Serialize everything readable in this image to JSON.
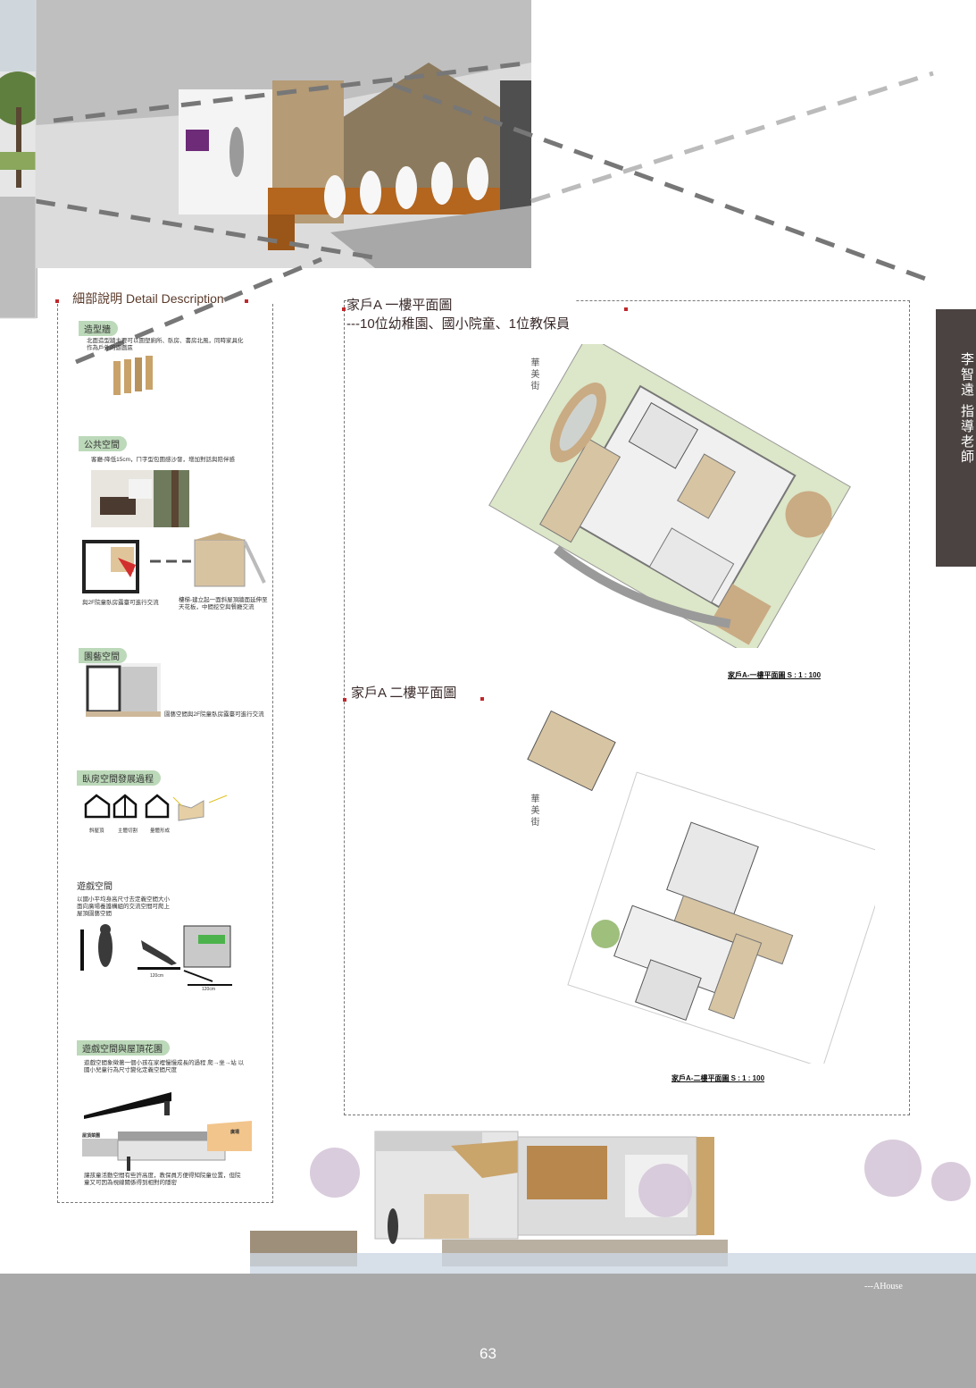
{
  "detail": {
    "title": "細部說明   Detail Description",
    "sections": [
      {
        "tag": "造型牆",
        "text": "北面造型牆主要可以圍塑廁所、臥房、書房北風，同時家具化作為戶外的遊戲區"
      },
      {
        "tag": "公共空間",
        "text": "客廳-降低15cm，ㄇ字型包圍感沙發，增加對話與陪伴感",
        "note_a": "與2F院童臥房露臺可進行交流",
        "note_b": "樓梯-建立起一面斜屋頂牆面延伸至天花板，中間挖空與餐廳交流"
      },
      {
        "tag": "園藝空間",
        "text": "園藝空間與2F院童臥房露臺可進行交流"
      },
      {
        "tag": "臥房空間發展過程",
        "labels": [
          "斜屋頂",
          "主體切割",
          "量體形成"
        ]
      },
      {
        "tag": "遊戲空間",
        "text": "以國小平均身高尺寸去定義空間大小面向廣場養護構組的交流空間可爬上屋頂園藝空間",
        "dims": [
          "120cm",
          "120cm"
        ]
      },
      {
        "tag": "遊戲空間與屋頂花園",
        "text": "遊戲空間象徵著一個小孩在家裡慢慢成長的過程 爬→坐→站 以國小兒童行為尺寸變化定義空間尺度",
        "label_left": "屋頂菜園",
        "label_right": "廣場",
        "caption": "讓孩童活動空間有些許高度，教保員方便得知院童位置，但院童又可因為視線關係得到相對的隱密"
      }
    ]
  },
  "plan": {
    "floor1_title": "家戶A  一樓平面圖",
    "floor1_subtitle": "---10位幼稚園、國小院童、1位教保員",
    "floor1_scale": "家戶A-一樓平面圖 S : 1 : 100",
    "floor2_title": "家戶A  二樓平面圖",
    "floor2_scale": "家戶A-二樓平面圖 S : 1 : 100",
    "street": "華 美 街"
  },
  "author": "李智遠  指導老師",
  "footer": {
    "mark": "---AHouse",
    "page": "63"
  },
  "colors": {
    "accent": "#c0282d",
    "tab": "#4a4341",
    "footer": "#a9a9a9",
    "tag": "#bcd9b9"
  }
}
